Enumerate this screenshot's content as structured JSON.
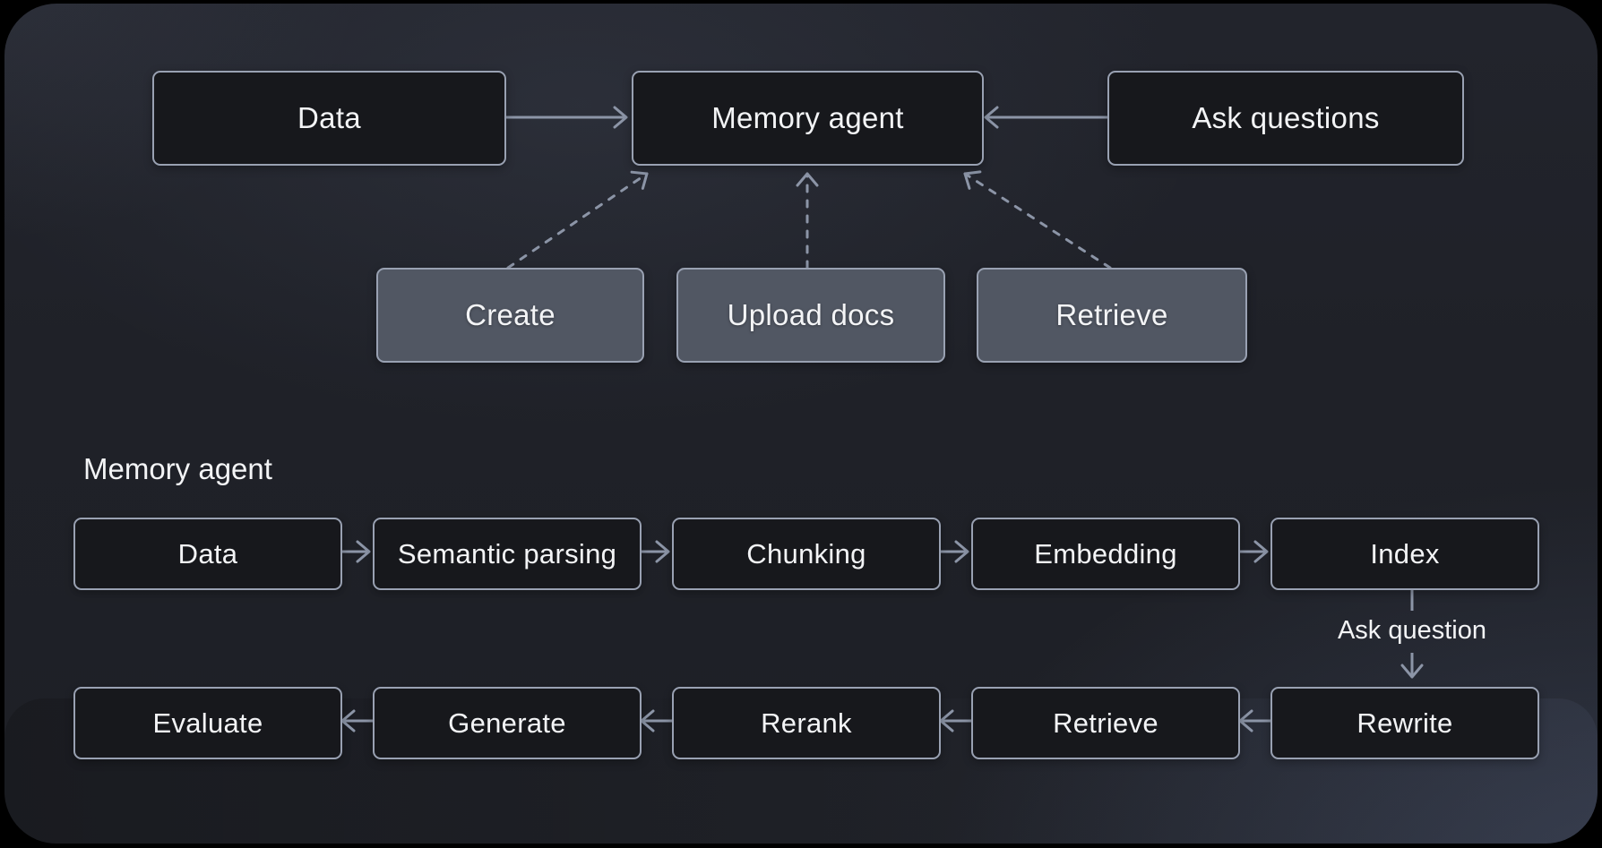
{
  "colors": {
    "outside": "#000000",
    "background_base": "#1f2128",
    "background_glow": "#2e3340",
    "node_dark_fill": "#17181c",
    "node_gray_fill": "#515763",
    "node_border": "#99a1b2",
    "edge": "#8c95a7",
    "text": "#f3f4f6"
  },
  "overview": {
    "data": "Data",
    "memory_agent": "Memory agent",
    "ask_questions": "Ask questions",
    "create": "Create",
    "upload_docs": "Upload docs",
    "retrieve": "Retrieve"
  },
  "pipeline": {
    "title": "Memory agent",
    "ask_question": "Ask question",
    "ingest_row": [
      "Data",
      "Semantic parsing",
      "Chunking",
      "Embedding",
      "Index"
    ],
    "query_row": [
      "Evaluate",
      "Generate",
      "Rerank",
      "Retrieve",
      "Rewrite"
    ]
  },
  "edges": {
    "overview": [
      {
        "from": "Data",
        "to": "Memory agent",
        "style": "solid"
      },
      {
        "from": "Ask questions",
        "to": "Memory agent",
        "style": "solid"
      },
      {
        "from": "Create",
        "to": "Memory agent",
        "style": "dashed"
      },
      {
        "from": "Upload docs",
        "to": "Memory agent",
        "style": "dashed"
      },
      {
        "from": "Retrieve",
        "to": "Memory agent",
        "style": "dashed"
      }
    ],
    "pipeline": [
      {
        "from": "Data",
        "to": "Semantic parsing"
      },
      {
        "from": "Semantic parsing",
        "to": "Chunking"
      },
      {
        "from": "Chunking",
        "to": "Embedding"
      },
      {
        "from": "Embedding",
        "to": "Index"
      },
      {
        "from": "Index",
        "to": "Rewrite",
        "label": "Ask question"
      },
      {
        "from": "Rewrite",
        "to": "Retrieve"
      },
      {
        "from": "Retrieve",
        "to": "Rerank"
      },
      {
        "from": "Rerank",
        "to": "Generate"
      },
      {
        "from": "Generate",
        "to": "Evaluate"
      }
    ]
  }
}
